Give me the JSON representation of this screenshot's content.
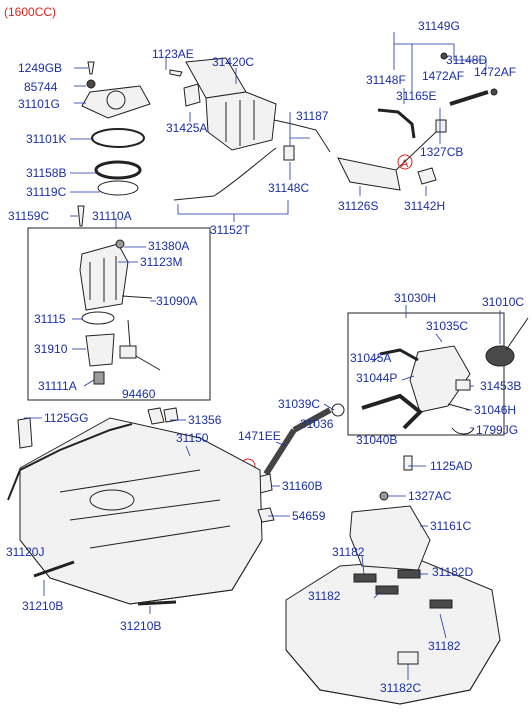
{
  "header": {
    "title": "(1600CC)",
    "title_color": "#e0201b"
  },
  "colors": {
    "label": "#1a2fa6",
    "marker": "#e0201b",
    "outline": "#222222"
  },
  "marker_letter": "A",
  "labels": {
    "p1249GB": "1249GB",
    "p85744": "85744",
    "p31101G": "31101G",
    "p31101K": "31101K",
    "p31158B": "31158B",
    "p31119C": "31119C",
    "p31159C": "31159C",
    "p31110A": "31110A",
    "p1123AE": "1123AE",
    "p31420C": "31420C",
    "p31425A": "31425A",
    "p31187": "31187",
    "p31148C": "31148C",
    "p31152T": "31152T",
    "p31149G": "31149G",
    "p31148D": "31148D",
    "p1472AF_1": "1472AF",
    "p1472AF_2": "1472AF",
    "p31148F": "31148F",
    "p31165E": "31165E",
    "p1327CB": "1327CB",
    "p31126S": "31126S",
    "p31142H": "31142H",
    "p31380A": "31380A",
    "p31123M": "31123M",
    "p31090A": "31090A",
    "p31115": "31115",
    "p31910": "31910",
    "p31111A": "31111A",
    "p94460": "94460",
    "p31030H": "31030H",
    "p31010C": "31010C",
    "p31035C": "31035C",
    "p31045A": "31045A",
    "p31044P": "31044P",
    "p31453B": "31453B",
    "p31046H": "31046H",
    "p1799JG": "1799JG",
    "p31040B": "31040B",
    "p31039C": "31039C",
    "p31036": "31036",
    "p1125AD": "1125AD",
    "p1125GG": "1125GG",
    "p31356": "31356",
    "p31150": "31150",
    "p1471EE": "1471EE",
    "p31160B": "31160B",
    "p1327AC": "1327AC",
    "p54659": "54659",
    "p31161C": "31161C",
    "p31120J": "31120J",
    "p31182_1": "31182",
    "p31182_2": "31182",
    "p31182_3": "31182",
    "p31182D": "31182D",
    "p31182C": "31182C",
    "p31210B_1": "31210B",
    "p31210B_2": "31210B"
  }
}
